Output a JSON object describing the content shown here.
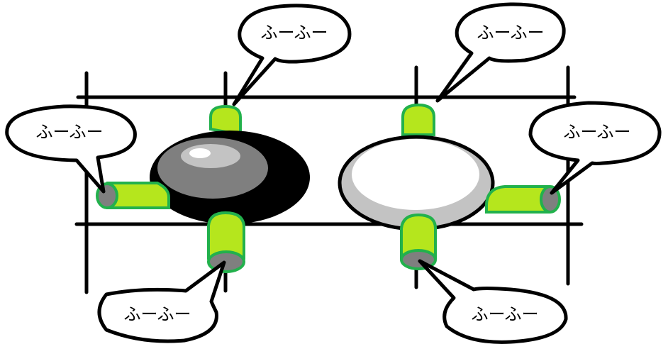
{
  "colors": {
    "line": "#000000",
    "tube_fill": "#b5e61d",
    "tube_outline": "#22b14c",
    "tube_end": "#7f7f7f",
    "black_stone": "#000000",
    "black_stone_shine": "#7f7f7f",
    "black_stone_highlight": "#c3c3c3",
    "white_stone_rim": "#c3c3c3",
    "white_stone_face": "#ffffff"
  },
  "stones": [
    {
      "name": "black-stone",
      "color": "black"
    },
    {
      "name": "white-stone",
      "color": "white"
    }
  ],
  "bubbles": [
    {
      "id": "top-left",
      "text": "ふーふー"
    },
    {
      "id": "top-right",
      "text": "ふーふー"
    },
    {
      "id": "left",
      "text": "ふーふー"
    },
    {
      "id": "right",
      "text": "ふーふー"
    },
    {
      "id": "bottom-left",
      "text": "ふーふー"
    },
    {
      "id": "bottom-right",
      "text": "ふーふー"
    }
  ]
}
